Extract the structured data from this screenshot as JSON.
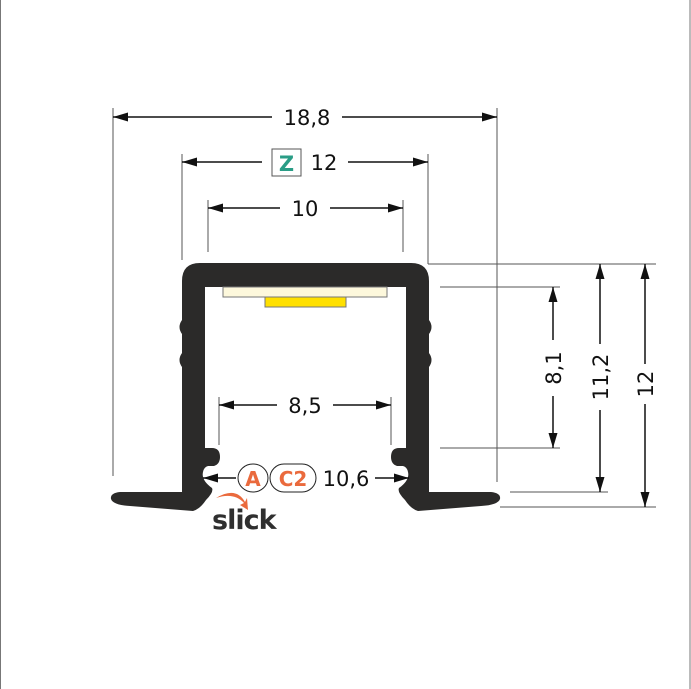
{
  "dimensions": {
    "overall_width": "18,8",
    "z_width": "12",
    "top_inner": "10",
    "inner_width": "8,5",
    "clip_width": "10,6",
    "inner_height": "8,1",
    "height_mid": "11,2",
    "overall_height": "12"
  },
  "badges": {
    "z": "Z",
    "a": "A",
    "c2": "C2"
  },
  "logo": {
    "text": "slick"
  },
  "colors": {
    "profile": "#2b2a29",
    "accent": "#ea6a3d",
    "teal": "#2a9d86",
    "led": "#ffe000",
    "pcb": "#fdf8dc"
  }
}
